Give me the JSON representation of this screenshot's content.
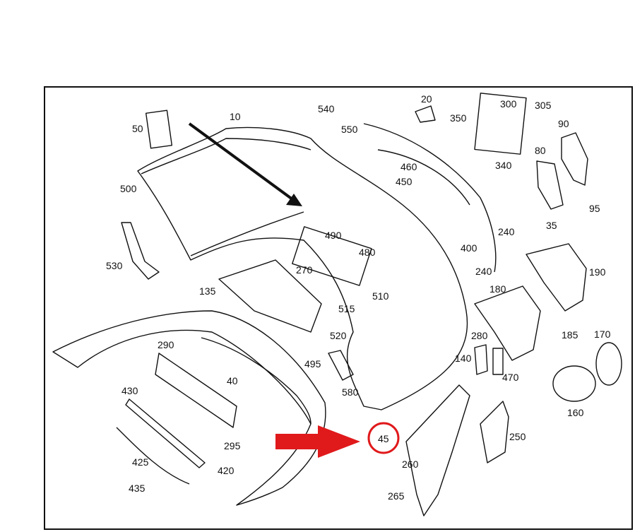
{
  "diagram": {
    "part_labels": [
      "10",
      "20",
      "300",
      "305",
      "90",
      "50",
      "540",
      "550",
      "350",
      "460",
      "450",
      "340",
      "80",
      "95",
      "500",
      "490",
      "480",
      "35",
      "240",
      "400",
      "530",
      "270",
      "240",
      "190",
      "135",
      "515",
      "510",
      "520",
      "180",
      "185",
      "170",
      "280",
      "140",
      "495",
      "290",
      "470",
      "40",
      "430",
      "580",
      "160",
      "250",
      "45",
      "295",
      "425",
      "420",
      "260",
      "435",
      "265"
    ],
    "highlighted_label": "45",
    "colors": {
      "line": "#111111",
      "highlight": "#e0191b",
      "arrow": "#e0191b"
    },
    "icons": [
      "direction-arrow-icon",
      "callout-arrow-icon",
      "highlight-circle-icon"
    ]
  }
}
